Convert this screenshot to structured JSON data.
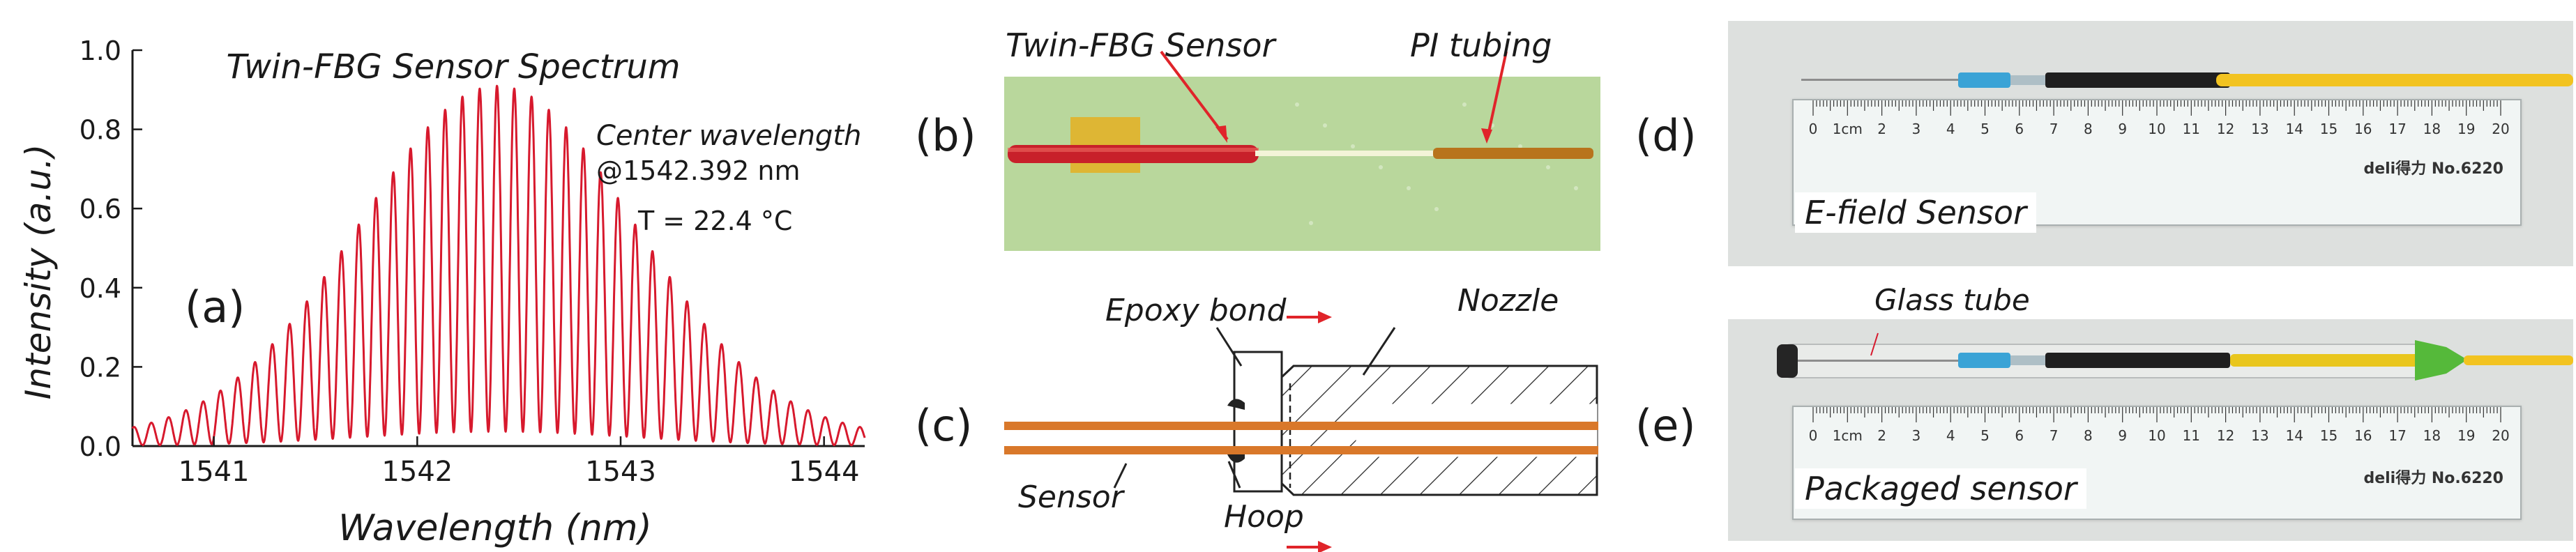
{
  "chart_data": {
    "type": "line",
    "title": "Twin-FBG Sensor Spectrum",
    "xlabel": "Wavelength (nm)",
    "ylabel": "Intensity (a.u.)",
    "xlim": [
      1540.6,
      1544.2
    ],
    "ylim": [
      0.0,
      1.0
    ],
    "xticks": [
      1541,
      1542,
      1543,
      1544
    ],
    "yticks": [
      0.0,
      0.2,
      0.4,
      0.6,
      0.8,
      1.0
    ],
    "center_wavelength_nm": 1542.392,
    "envelope_fwhm_nm": 1.6,
    "peak_intensity": 0.89,
    "fringe_period_nm": 0.085,
    "annotations": [
      "Center wavelength",
      "@1542.392 nm",
      "T = 22.4 °C"
    ],
    "line_color": "#d7192d"
  },
  "panels": {
    "a": "(a)",
    "b": "(b)",
    "c": "(c)",
    "d": "(d)",
    "e": "(e)"
  },
  "panel_b": {
    "label_sensor": "Twin-FBG Sensor",
    "label_tubing": "PI tubing"
  },
  "panel_c": {
    "label_epoxy": "Epoxy bond",
    "label_nozzle": "Nozzle",
    "label_sensor": "Sensor",
    "label_hoop": "Hoop"
  },
  "panel_d": {
    "caption": "E-field Sensor",
    "brand": "deli得力 No.6220"
  },
  "panel_e": {
    "caption": "Packaged sensor",
    "glass_label": "Glass tube",
    "brand": "deli得力 No.6220"
  },
  "ruler": {
    "unit": "1cm",
    "numbers": [
      "0",
      "1cm",
      "2",
      "3",
      "4",
      "5",
      "6",
      "7",
      "8",
      "9",
      "10",
      "11",
      "12",
      "13",
      "14",
      "15",
      "16",
      "17",
      "18",
      "19",
      "20"
    ]
  },
  "colors": {
    "spectrum": "#d7192d",
    "arrow": "#e0242a",
    "fiber": "#d9782a",
    "photo_b_bg": "#b7d59a",
    "photo_d_bg": "#dde0de"
  }
}
